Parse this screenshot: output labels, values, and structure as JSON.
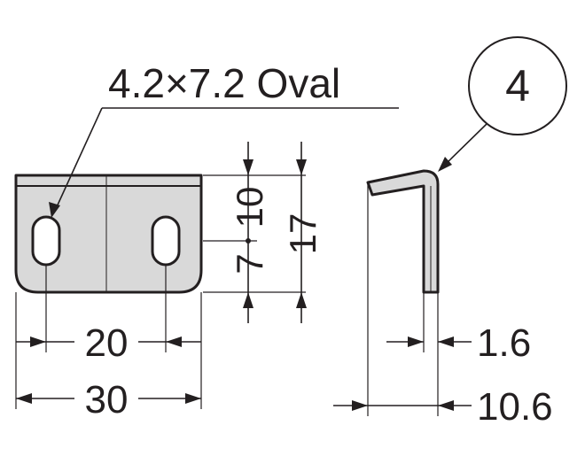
{
  "callout": {
    "hole_note": "4.2×7.2 Oval",
    "item_number": "4"
  },
  "dimensions": {
    "hole_pitch": "20",
    "overall_width": "30",
    "upper_offset": "10",
    "lower_offset": "7",
    "overall_height": "17",
    "thickness": "1.6",
    "depth": "10.6"
  },
  "colors": {
    "part_fill": "#d9d9d9",
    "line": "#231f20",
    "background": "#ffffff"
  }
}
